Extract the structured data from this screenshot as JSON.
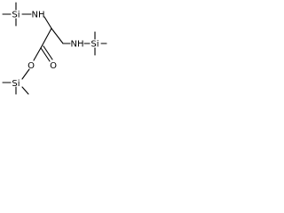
{
  "molecule": {
    "atoms": {
      "tms1": "Si",
      "nh1": "NH",
      "o_ester": "O",
      "o_carbonyl": "O",
      "tms2": "Si",
      "nh2": "NH",
      "tms3": "Si"
    }
  }
}
